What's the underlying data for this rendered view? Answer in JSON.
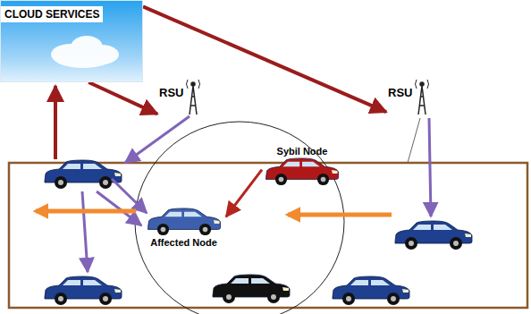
{
  "diagram": {
    "nodes": [
      {
        "text": [
          "CLOUD SERVICES"
        ]
      },
      {
        "text": [
          "RSU"
        ]
      },
      {
        "text": [
          "RSU"
        ]
      },
      {
        "text": [
          "Sybil Node"
        ]
      },
      {
        "text": [
          "Affected Node"
        ]
      }
    ],
    "edges": [
      {
        "from": 0,
        "to": 2,
        "arrow": "to"
      },
      {
        "from": 0,
        "to": 1,
        "arrow": "to"
      },
      {
        "from": 3,
        "to": 4,
        "arrow": "to"
      }
    ]
  }
}
